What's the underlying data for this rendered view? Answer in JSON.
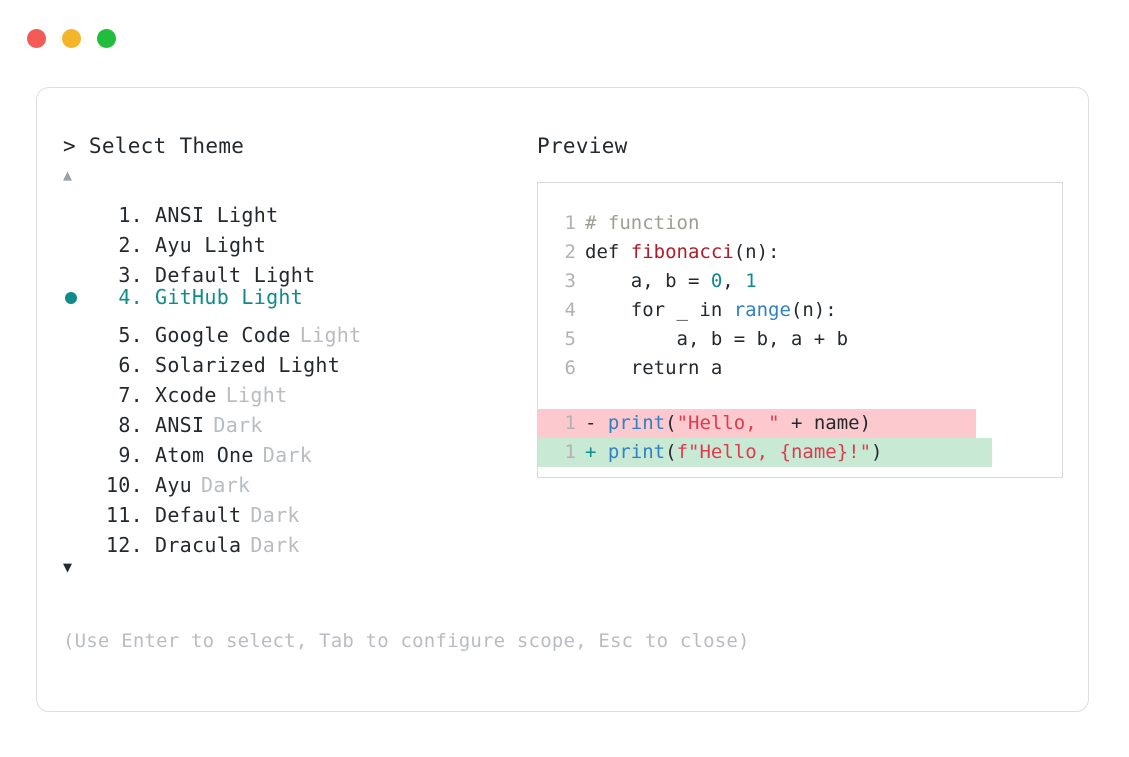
{
  "window": {
    "traffic_lights": [
      {
        "name": "close",
        "color": "#f45b56"
      },
      {
        "name": "minimize",
        "color": "#f5b52a"
      },
      {
        "name": "maximize",
        "color": "#22bd3c"
      }
    ]
  },
  "left": {
    "prompt": "> Select Theme",
    "scroll_up_icon": "▲",
    "scroll_down_icon": "▼",
    "selected_index": 4,
    "themes": [
      {
        "index": "1.",
        "name": "ANSI Light",
        "suffix": "",
        "selected": false
      },
      {
        "index": "2.",
        "name": "Ayu Light",
        "suffix": "",
        "selected": false
      },
      {
        "index": "3.",
        "name": "Default Light",
        "suffix": "",
        "selected": false
      },
      {
        "index": "4.",
        "name": "GitHub Light",
        "suffix": "",
        "selected": true
      },
      {
        "index": "5.",
        "name": "Google Code",
        "suffix": "Light",
        "selected": false
      },
      {
        "index": "6.",
        "name": "Solarized Light",
        "suffix": "",
        "selected": false
      },
      {
        "index": "7.",
        "name": "Xcode",
        "suffix": "Light",
        "selected": false
      },
      {
        "index": "8.",
        "name": "ANSI",
        "suffix": "Dark",
        "selected": false
      },
      {
        "index": "9.",
        "name": "Atom One",
        "suffix": "Dark",
        "selected": false
      },
      {
        "index": "10.",
        "name": "Ayu",
        "suffix": "Dark",
        "selected": false
      },
      {
        "index": "11.",
        "name": "Default",
        "suffix": "Dark",
        "selected": false
      },
      {
        "index": "12.",
        "name": "Dracula",
        "suffix": "Dark",
        "selected": false
      }
    ]
  },
  "hint": "(Use Enter to select, Tab to configure scope, Esc to close)",
  "preview": {
    "title": "Preview",
    "code_lines": [
      {
        "num": "1",
        "text": "# function"
      },
      {
        "num": "2",
        "text": "def fibonacci(n):"
      },
      {
        "num": "3",
        "text": "    a, b = 0, 1"
      },
      {
        "num": "4",
        "text": "    for _ in range(n):"
      },
      {
        "num": "5",
        "text": "        a, b = b, a + b"
      },
      {
        "num": "6",
        "text": "    return a"
      }
    ],
    "diff_lines": [
      {
        "num": "1",
        "sign": "-",
        "text": "print(\"Hello, \" + name)",
        "kind": "removed"
      },
      {
        "num": "1",
        "sign": "+",
        "text": "print(f\"Hello, {name}!\")",
        "kind": "added"
      }
    ]
  },
  "colors": {
    "accent_teal": "#118a8a",
    "text": "#24292e",
    "muted": "#b9bcc0",
    "diff_removed_bg": "#fbc9ce",
    "diff_added_bg": "#c8ead5",
    "comment": "#9a9f93",
    "func": "#b11c27",
    "builtin": "#2f80c4",
    "string": "#e03a4e"
  }
}
